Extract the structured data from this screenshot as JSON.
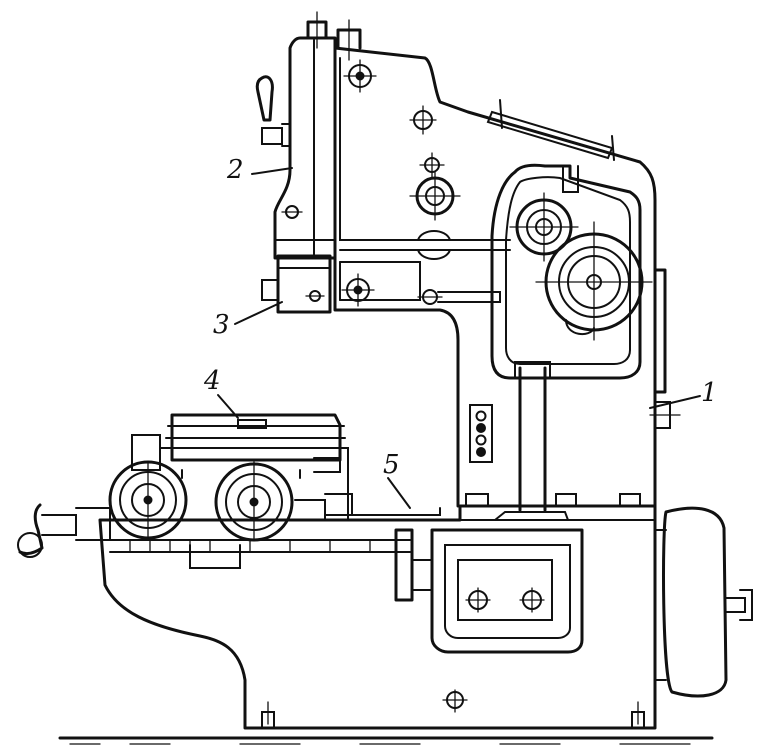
{
  "callouts": {
    "c1": "1",
    "c2": "2",
    "c3": "3",
    "c4": "4",
    "c5": "5"
  },
  "ink_color": "#111111",
  "background_color": "#ffffff"
}
